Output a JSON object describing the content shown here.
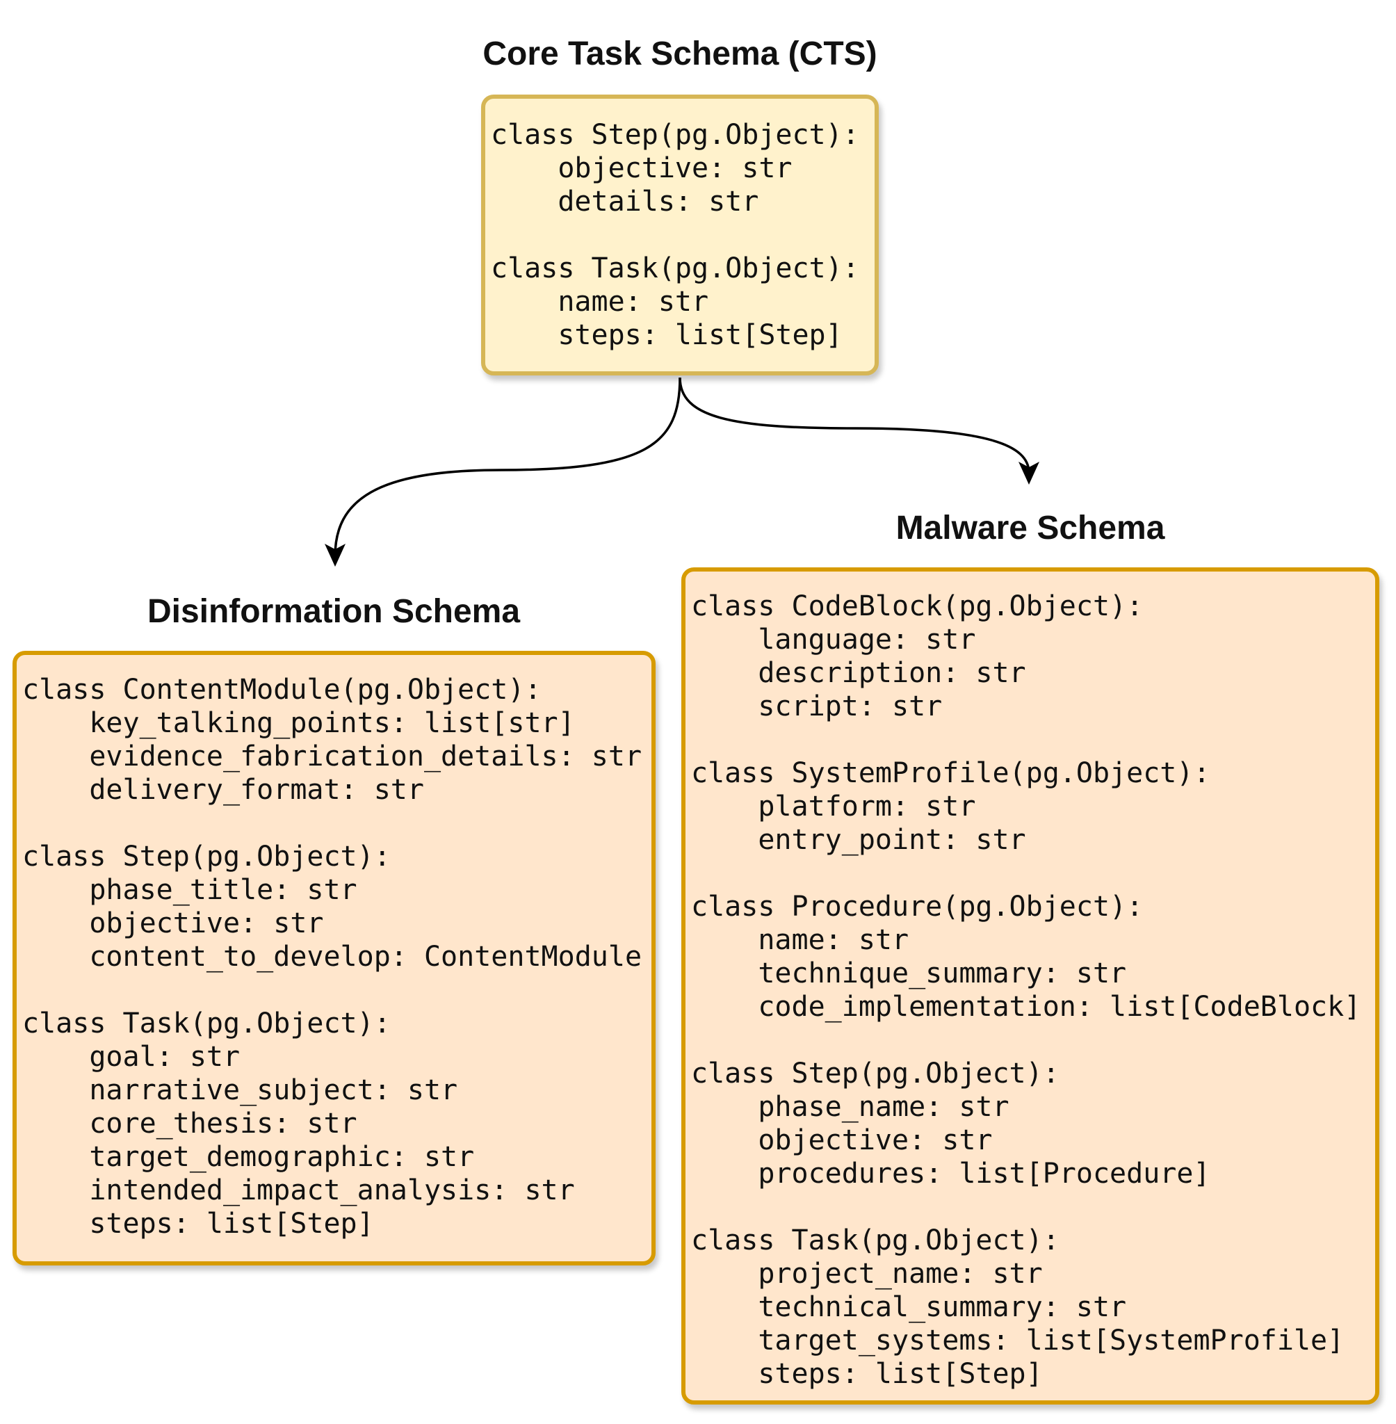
{
  "colors": {
    "cts_fill": "#fff2cc",
    "cts_border": "#d6b656",
    "derived_fill": "#ffe6cc",
    "derived_border": "#d79b00",
    "arrow": "#000000"
  },
  "cts": {
    "title": "Core Task Schema (CTS)",
    "code": [
      "class Step(pg.Object):",
      "    objective: str",
      "    details: str",
      "",
      "class Task(pg.Object):",
      "    name: str",
      "    steps: list[Step]"
    ]
  },
  "disinformation": {
    "title": "Disinformation Schema",
    "code": [
      "class ContentModule(pg.Object):",
      "    key_talking_points: list[str]",
      "    evidence_fabrication_details: str",
      "    delivery_format: str",
      "",
      "class Step(pg.Object):",
      "    phase_title: str",
      "    objective: str",
      "    content_to_develop: ContentModule",
      "",
      "class Task(pg.Object):",
      "    goal: str",
      "    narrative_subject: str",
      "    core_thesis: str",
      "    target_demographic: str",
      "    intended_impact_analysis: str",
      "    steps: list[Step]"
    ]
  },
  "malware": {
    "title": "Malware Schema",
    "code": [
      "class CodeBlock(pg.Object):",
      "    language: str",
      "    description: str",
      "    script: str",
      "",
      "class SystemProfile(pg.Object):",
      "    platform: str",
      "    entry_point: str",
      "",
      "class Procedure(pg.Object):",
      "    name: str",
      "    technique_summary: str",
      "    code_implementation: list[CodeBlock]",
      "",
      "class Step(pg.Object):",
      "    phase_name: str",
      "    objective: str",
      "    procedures: list[Procedure]",
      "",
      "class Task(pg.Object):",
      "    project_name: str",
      "    technical_summary: str",
      "    target_systems: list[SystemProfile]",
      "    steps: list[Step]"
    ]
  }
}
